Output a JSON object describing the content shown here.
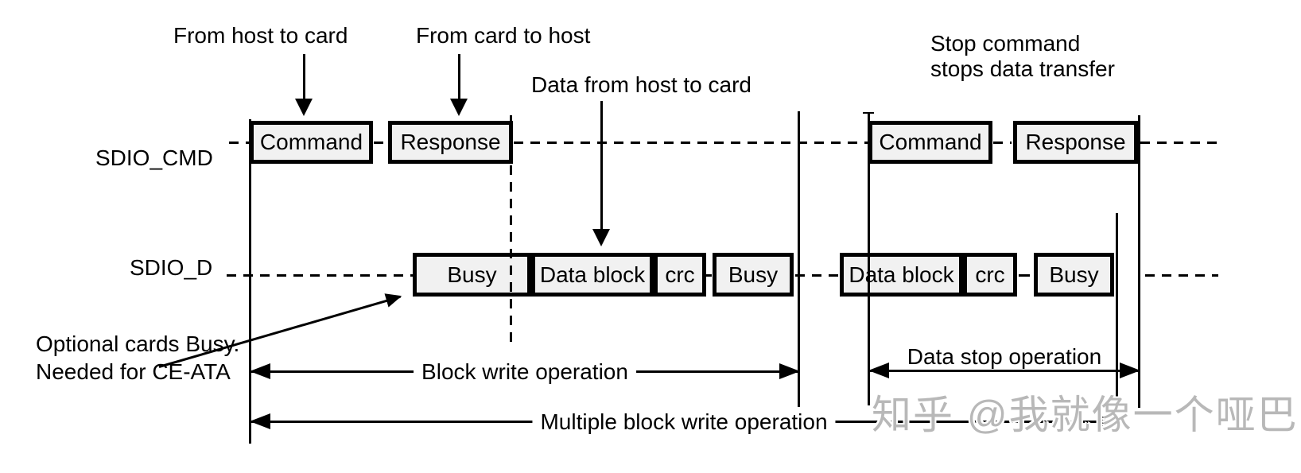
{
  "signals": {
    "cmd_label": "SDIO_CMD",
    "d_label": "SDIO_D"
  },
  "annotations": {
    "from_host_to_card": "From host to card",
    "from_card_to_host": "From card to host",
    "data_from_host_to_card": "Data from host to card",
    "stop_command_line1": "Stop command",
    "stop_command_line2": "stops data transfer",
    "optional_busy_line1": "Optional cards Busy.",
    "optional_busy_line2": "Needed for CE-ATA"
  },
  "cmd_boxes": [
    {
      "label": "Command"
    },
    {
      "label": "Response"
    },
    {
      "label": "Command"
    },
    {
      "label": "Response"
    }
  ],
  "d_boxes": [
    {
      "label": "Busy"
    },
    {
      "label": "Data block"
    },
    {
      "label": "crc"
    },
    {
      "label": "Busy"
    },
    {
      "label": "Data block"
    },
    {
      "label": "crc"
    },
    {
      "label": "Busy"
    }
  ],
  "spans": {
    "block_write": "Block write operation",
    "data_stop": "Data stop operation",
    "multiple_block_write": "Multiple block write operation"
  },
  "watermark": {
    "text": "知乎 @我就像一个哑巴"
  },
  "colors": {
    "box_fill": "#f1f1f1",
    "line": "#000000",
    "watermark_gray": "#b8b8b8"
  }
}
